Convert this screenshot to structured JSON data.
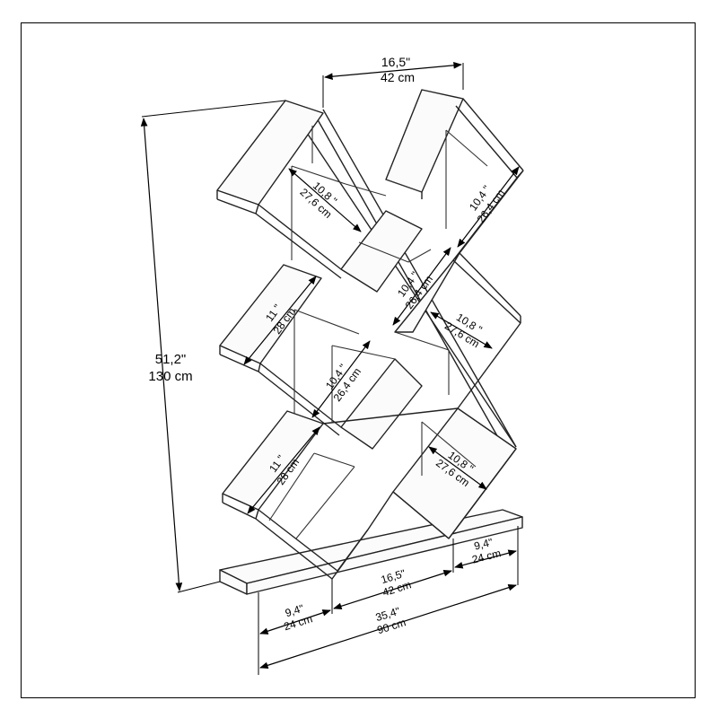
{
  "dimensions": {
    "top_width": {
      "inch": "16,5\"",
      "cm": "42 cm"
    },
    "height": {
      "inch": "51,2\"",
      "cm": "130 cm"
    },
    "box_tl": {
      "inch": "10,8 \"",
      "cm": "27,6 cm"
    },
    "box_tr": {
      "inch": "10,4 \"",
      "cm": "26,4 cm"
    },
    "box_center_upper": {
      "inch": "10,4 \"",
      "cm": "26,4 cm"
    },
    "box_mr": {
      "inch": "10,8 \"",
      "cm": "27,6 cm"
    },
    "box_ml": {
      "inch": "11 \"",
      "cm": "28 cm"
    },
    "box_center_lower": {
      "inch": "10,4 \"",
      "cm": "26,4 cm"
    },
    "box_bl": {
      "inch": "11 \"",
      "cm": "28 cm"
    },
    "box_br": {
      "inch": "10,8 \"",
      "cm": "27,6 cm"
    },
    "base_right": {
      "inch": "9,4\"",
      "cm": "24 cm"
    },
    "base_middle": {
      "inch": "16,5\"",
      "cm": "42 cm"
    },
    "base_left": {
      "inch": "9,4\"",
      "cm": "24 cm"
    },
    "base_total": {
      "inch": "35,4\"",
      "cm": "90 cm"
    }
  }
}
